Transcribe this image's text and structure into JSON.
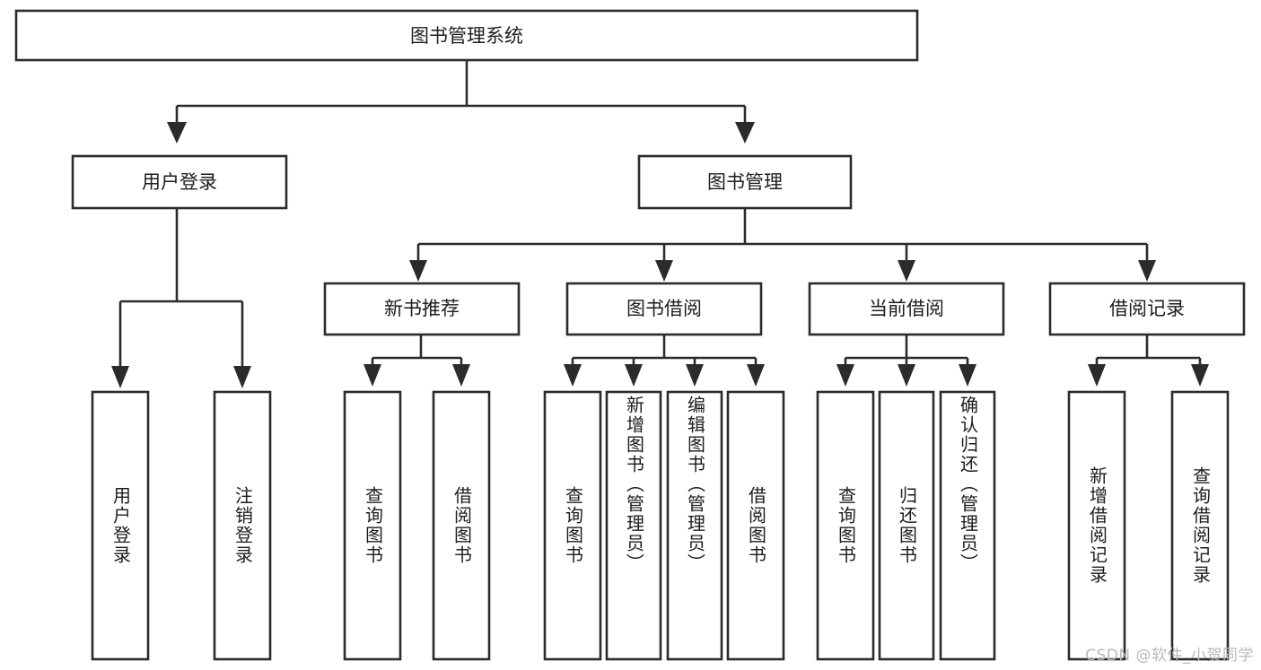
{
  "diagram": {
    "type": "tree",
    "title": "图书管理系统",
    "watermark": "CSDN @软件_小贺同学",
    "colors": {
      "stroke": "#2b2b2b",
      "fill": "#ffffff",
      "text": "#1d1d1d",
      "watermark": "#b9b9b9",
      "background": "#ffffff"
    },
    "root": {
      "label": "图书管理系统"
    },
    "level2": [
      {
        "label": "用户登录"
      },
      {
        "label": "图书管理"
      }
    ],
    "level3": [
      {
        "label": "新书推荐"
      },
      {
        "label": "图书借阅"
      },
      {
        "label": "当前借阅"
      },
      {
        "label": "借阅记录"
      }
    ],
    "leaves": {
      "user_login": [
        {
          "label": "用户登录"
        },
        {
          "label": "注销登录"
        }
      ],
      "new_book_recommend": [
        {
          "label": "查询图书"
        },
        {
          "label": "借阅图书"
        }
      ],
      "book_borrow": [
        {
          "label": "查询图书"
        },
        {
          "label": "新增图书（管理员）"
        },
        {
          "label": "编辑图书（管理员）"
        },
        {
          "label": "借阅图书"
        }
      ],
      "current_borrow": [
        {
          "label": "查询图书"
        },
        {
          "label": "归还图书"
        },
        {
          "label": "确认归还（管理员）"
        }
      ],
      "borrow_record": [
        {
          "label": "新增借阅记录"
        },
        {
          "label": "查询借阅记录"
        }
      ]
    }
  }
}
